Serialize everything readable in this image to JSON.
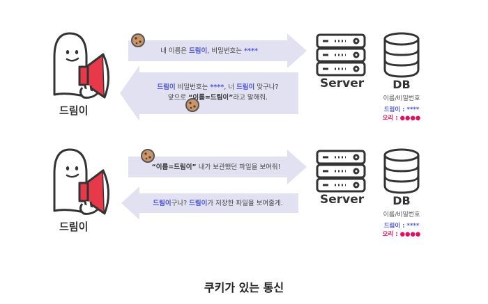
{
  "scene1": {
    "character_label": "드림이",
    "request": {
      "p1": "내 이름은 ",
      "name": "드림이",
      "p2": ", 비밀번호는 ",
      "pw": "****"
    },
    "response_line1": {
      "name": "드림이",
      "p1": " 비밀번호는 ",
      "pw": "****",
      "p2": ", 너 ",
      "name2": "드림이",
      "p3": " 맞구나?"
    },
    "response_line2": {
      "p1": "앞으로 ",
      "quote": "“이름=드림이”",
      "p2": "라고 말해줘."
    },
    "server_label": "Server",
    "db_label": "DB",
    "db_header": "이름/비밀번호",
    "db_row1": {
      "name": "드림이",
      "sep": " : ",
      "val": "****"
    },
    "db_row2": {
      "name": "오리",
      "sep": " : ",
      "val": "●●●●"
    }
  },
  "scene2": {
    "character_label": "드림이",
    "request": {
      "quote": "“이름=드림이”",
      "p1": " 내가 보관했던 파일을 보여줘!"
    },
    "response": {
      "name": "드림이",
      "p1": "구나? ",
      "name2": "드림이",
      "p2": "가 저장한 파일을 보여줄게."
    },
    "server_label": "Server",
    "db_label": "DB",
    "db_header": "이름/비밀번호",
    "db_row1": {
      "name": "드림이",
      "sep": " : ",
      "val": "****"
    },
    "db_row2": {
      "name": "오리",
      "sep": " : ",
      "val": "●●●●"
    }
  },
  "caption": "쿠키가 있는 통신",
  "colors": {
    "arrow": "#e2e1f1",
    "highlight": "#4a55d6",
    "pink": "#e2115f",
    "megaphone": "#e8394a",
    "cookie": "#c9956b"
  }
}
